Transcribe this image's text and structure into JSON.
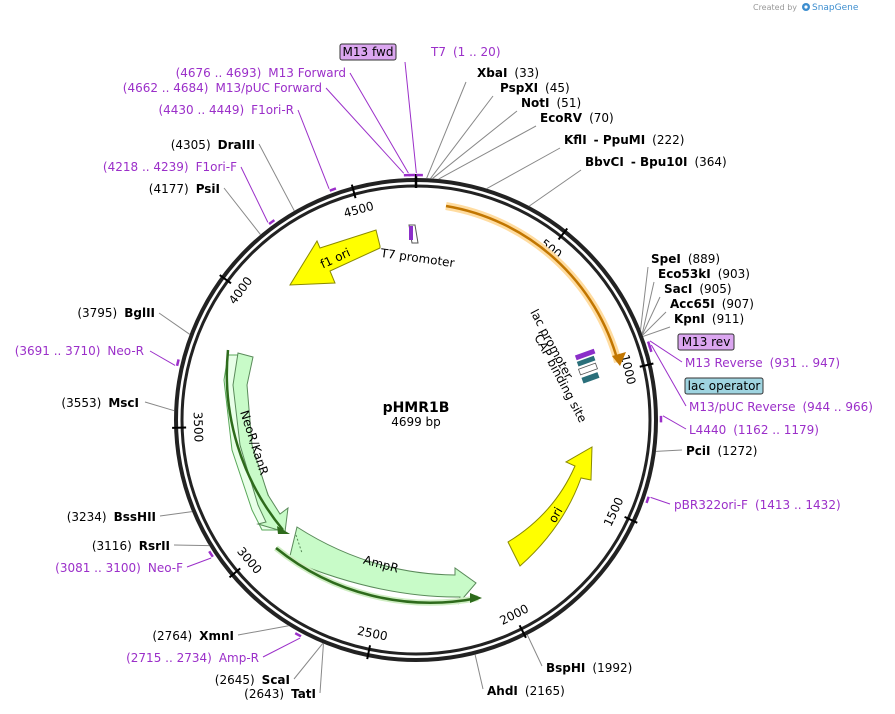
{
  "credit": {
    "prefix": "Created by",
    "brand": "SnapGene"
  },
  "plasmid": {
    "name": "pHMR1B",
    "size": "4699 bp"
  },
  "colors": {
    "backbone": "#222222",
    "primer": "#9b2fc9",
    "feature_yellow": "#ffff00",
    "feature_green": "#c8fbc8",
    "feature_orange": "#ffb347",
    "box_purple": "#dba6f0",
    "box_teal": "#9fd4e0"
  },
  "ticks": [
    "500",
    "1000",
    "1500",
    "2000",
    "2500",
    "3000",
    "3500",
    "4000",
    "4500"
  ],
  "enzymes": [
    {
      "name": "XbaI",
      "pos": "(33)"
    },
    {
      "name": "PspXI",
      "pos": "(45)"
    },
    {
      "name": "NotI",
      "pos": "(51)"
    },
    {
      "name": "EcoRV",
      "pos": "(70)"
    },
    {
      "name": "KflI",
      "name2": "- PpuMI",
      "pos": "(222)"
    },
    {
      "name": "BbvCI",
      "name2": "- Bpu10I",
      "pos": "(364)"
    },
    {
      "name": "SpeI",
      "pos": "(889)"
    },
    {
      "name": "Eco53kI",
      "pos": "(903)"
    },
    {
      "name": "SacI",
      "pos": "(905)"
    },
    {
      "name": "Acc65I",
      "pos": "(907)"
    },
    {
      "name": "KpnI",
      "pos": "(911)"
    },
    {
      "name": "PciI",
      "pos": "(1272)"
    },
    {
      "name": "BspHI",
      "pos": "(1992)"
    },
    {
      "name": "AhdI",
      "pos": "(2165)"
    },
    {
      "name": "TatI",
      "pos": "(2643)"
    },
    {
      "name": "ScaI",
      "pos": "(2645)"
    },
    {
      "name": "XmnI",
      "pos": "(2764)"
    },
    {
      "name": "RsrII",
      "pos": "(3116)"
    },
    {
      "name": "BssHII",
      "pos": "(3234)"
    },
    {
      "name": "MscI",
      "pos": "(3553)"
    },
    {
      "name": "BglII",
      "pos": "(3795)"
    },
    {
      "name": "PsiI",
      "pos": "(4177)"
    },
    {
      "name": "DraIII",
      "pos": "(4305)"
    }
  ],
  "primers": [
    {
      "name": "T7",
      "range": "(1 .. 20)"
    },
    {
      "name": "M13 Forward",
      "range": "(4676 .. 4693)"
    },
    {
      "name": "M13/pUC Forward",
      "range": "(4662 .. 4684)"
    },
    {
      "name": "F1ori-R",
      "range": "(4430 .. 4449)"
    },
    {
      "name": "F1ori-F",
      "range": "(4218 .. 4239)"
    },
    {
      "name": "Neo-R",
      "range": "(3691 .. 3710)"
    },
    {
      "name": "Neo-F",
      "range": "(3081 .. 3100)"
    },
    {
      "name": "Amp-R",
      "range": "(2715 .. 2734)"
    },
    {
      "name": "M13 Reverse",
      "range": "(931 .. 947)"
    },
    {
      "name": "M13/pUC Reverse",
      "range": "(944 .. 966)"
    },
    {
      "name": "L4440",
      "range": "(1162 .. 1179)"
    },
    {
      "name": "pBR322ori-F",
      "range": "(1413 .. 1432)"
    }
  ],
  "boxes": {
    "m13_fwd": "M13 fwd",
    "m13_rev": "M13 rev",
    "lac_operator": "lac operator"
  },
  "features": {
    "f1_ori": "f1 ori",
    "t7_promoter": "T7 promoter",
    "lac_promoter": "lac promoter",
    "cap_site": "CAP binding site",
    "neo_kan": "NeoR/KanR",
    "amp": "AmpR",
    "ori": "ori"
  }
}
